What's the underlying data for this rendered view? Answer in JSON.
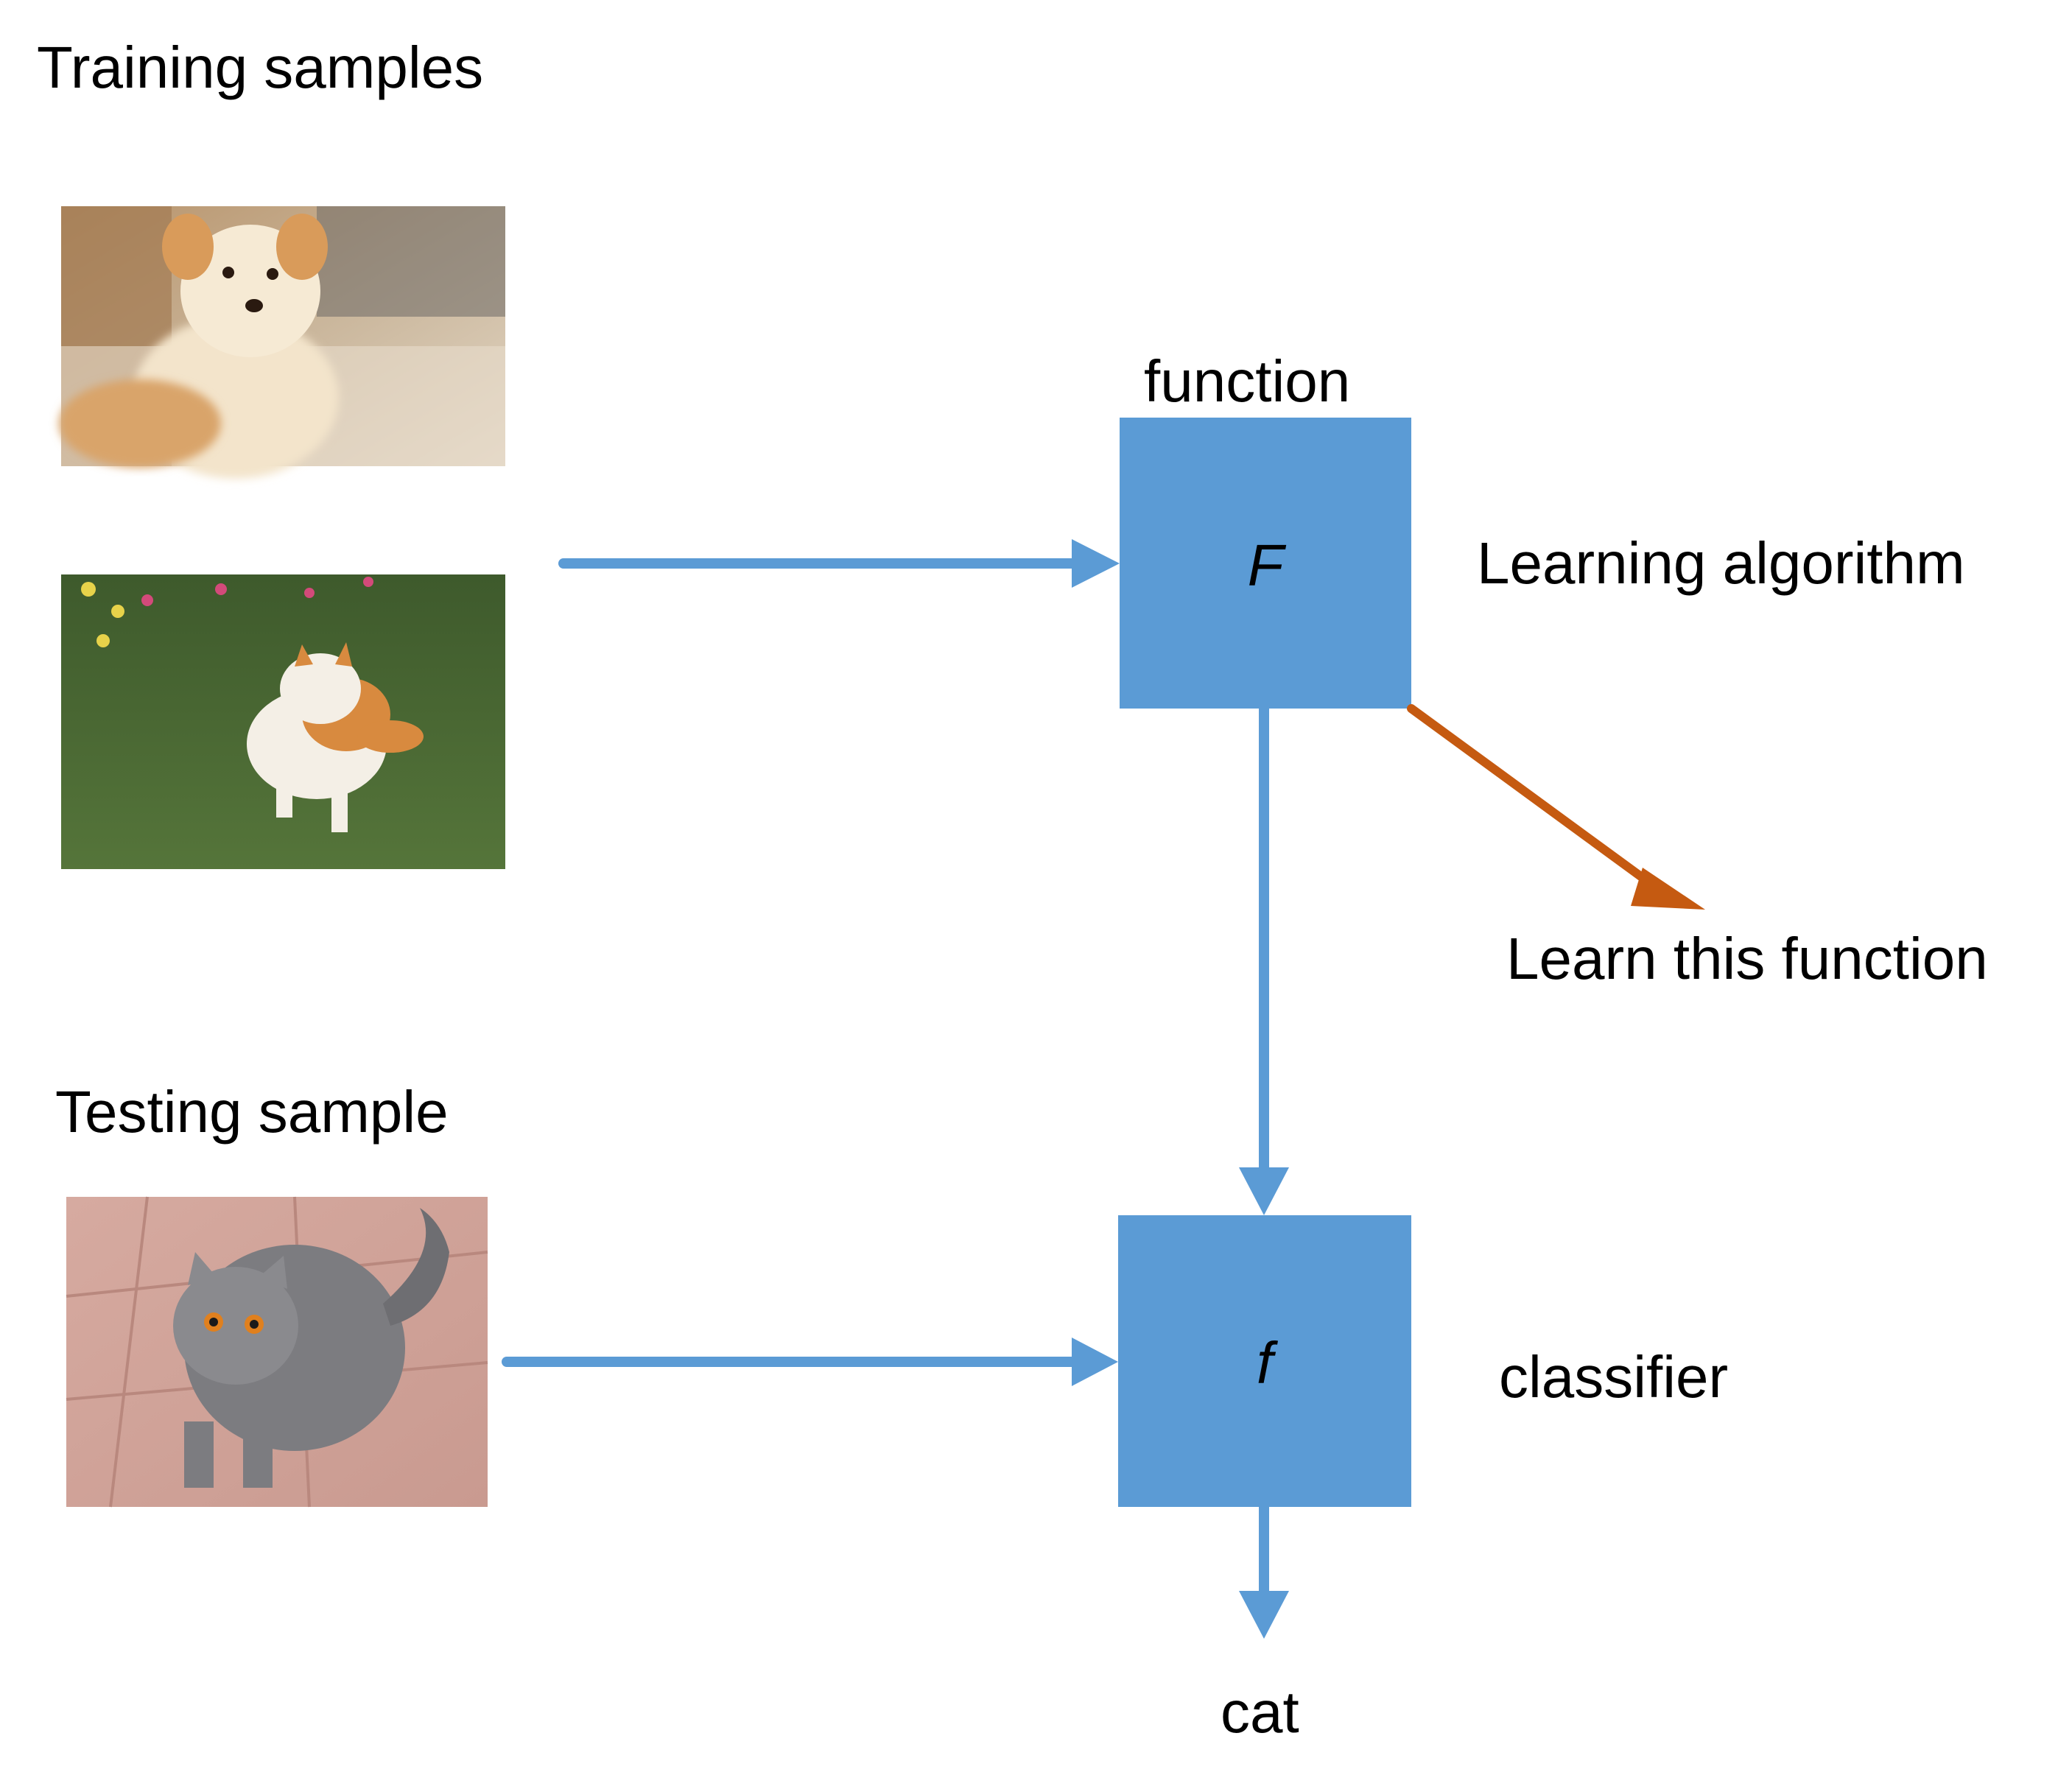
{
  "labels": {
    "training_samples": "Training samples",
    "testing_sample": "Testing sample",
    "function": "function",
    "learning_algorithm": "Learning algorithm",
    "learn_this_function": "Learn this function",
    "classifier": "classifier",
    "output": "cat"
  },
  "boxes": {
    "learning_box_symbol": "F",
    "classifier_box_symbol": "f"
  },
  "images": {
    "training_1": "dog-photo",
    "training_2": "cat-on-grass-photo",
    "testing_1": "grey-cat-photo"
  },
  "colors": {
    "box_fill": "#5B9BD5",
    "arrow_blue": "#5B9BD5",
    "arrow_orange": "#C55A11"
  }
}
